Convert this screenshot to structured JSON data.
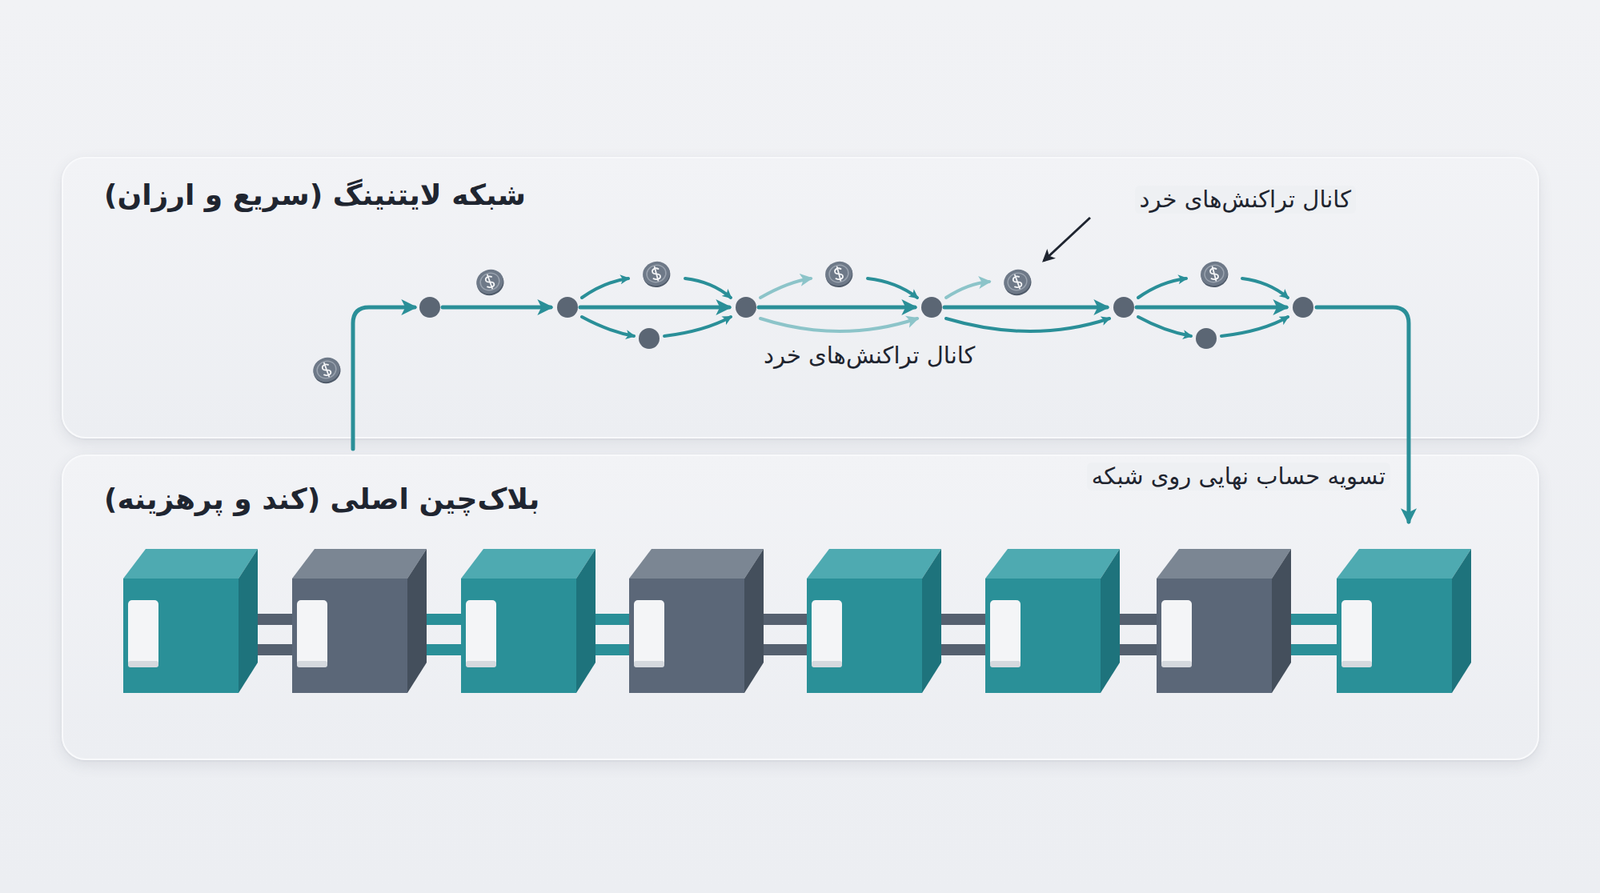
{
  "diagram": {
    "nodes": [
      {
        "text": [
          "شبکه لایتنینگ (سریع و ارزان)"
        ]
      },
      {
        "text": [
          "بلاک‌چین اصلی (کند و پرهزینه)"
        ]
      }
    ],
    "labels": [
      "کانال تراکنش‌های خرد",
      "کانال تراکنش‌های خرد",
      "تسویه حساب نهایی روی شبکه"
    ]
  }
}
